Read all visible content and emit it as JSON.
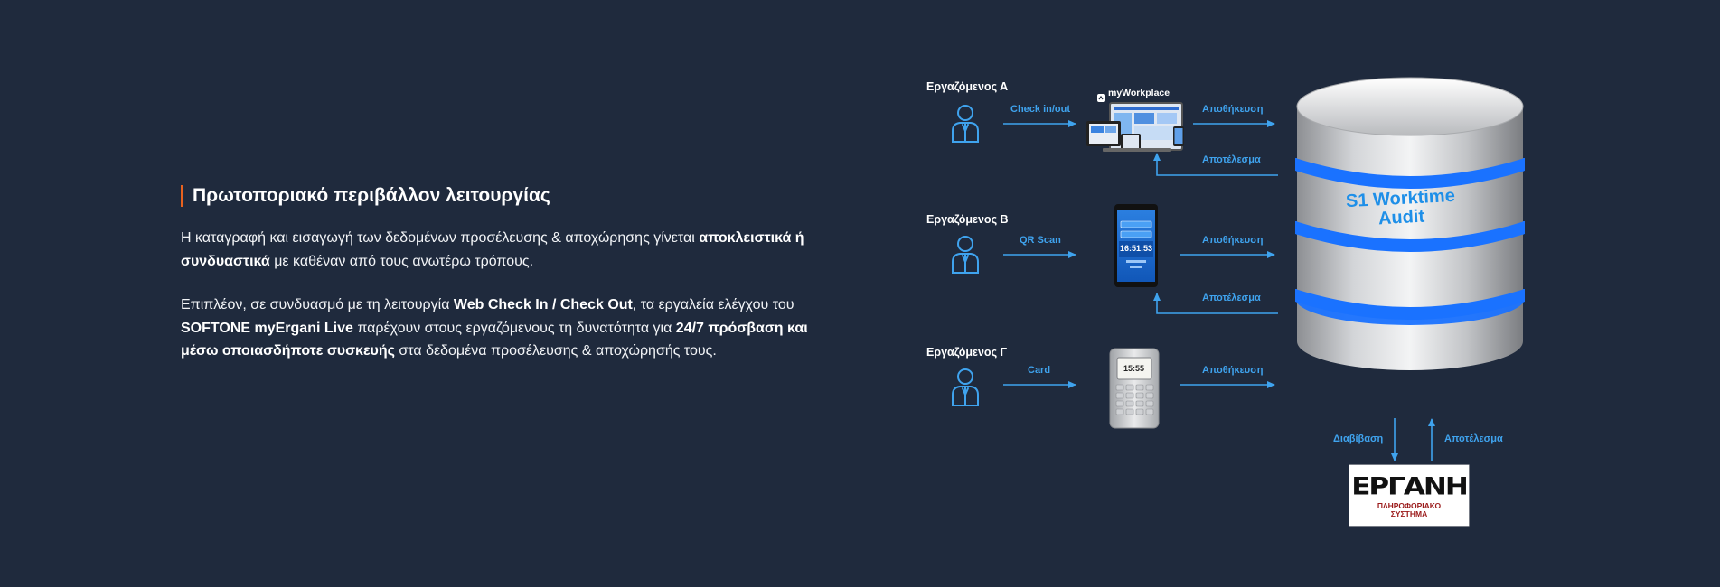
{
  "heading": "Πρωτοποριακό περιβάλλον λειτουργίας",
  "para1": {
    "t1": "Η καταγραφή και εισαγωγή των δεδομένων προσέλευσης & αποχώρησης γίνεται ",
    "b1": "αποκλειστικά ή συνδυαστικά",
    "t2": " με καθέναν από τους ανωτέρω τρόπους."
  },
  "para2": {
    "t1": "Επιπλέον, σε συνδυασμό με τη λειτουργία ",
    "b1": "Web Check In / Check Out",
    "t2": ", τα εργαλεία ελέγχου του ",
    "b2": "SOFTONE myErgani Live",
    "t3": " παρέχουν στους εργαζόμενους τη δυνατότητα για ",
    "b3": "24/7 πρόσβαση και μέσω οποιασδήποτε συσκευής",
    "t4": " στα δεδομένα προσέλευσης & αποχώρησής τους."
  },
  "diagram": {
    "workers": [
      {
        "name": "Εργαζόμενος Α",
        "method": "Check in/out"
      },
      {
        "name": "Εργαζόμενος Β",
        "method": "QR Scan"
      },
      {
        "name": "Εργαζόμενος Γ",
        "method": "Card"
      }
    ],
    "store_label": "Αποθήκευση",
    "result_label": "Αποτέλεσμα",
    "transmit_label": "Διαβίβαση",
    "app_brand": "myWorkplace",
    "phone_time": "16:51:53",
    "terminal_time": "15:55",
    "database": {
      "line1": "S1 Worktime",
      "line2": "Audit"
    },
    "ergani": {
      "name": "ΕΡΓΑΝΗ",
      "sub1": "ΠΛΗΡΟΦΟΡΙΑΚΟ",
      "sub2": "ΣΥΣΤΗΜΑ"
    },
    "colors": {
      "accent": "#3fa3ee",
      "glow": "#1a72ff",
      "heading_bar": "#e8621f"
    }
  }
}
